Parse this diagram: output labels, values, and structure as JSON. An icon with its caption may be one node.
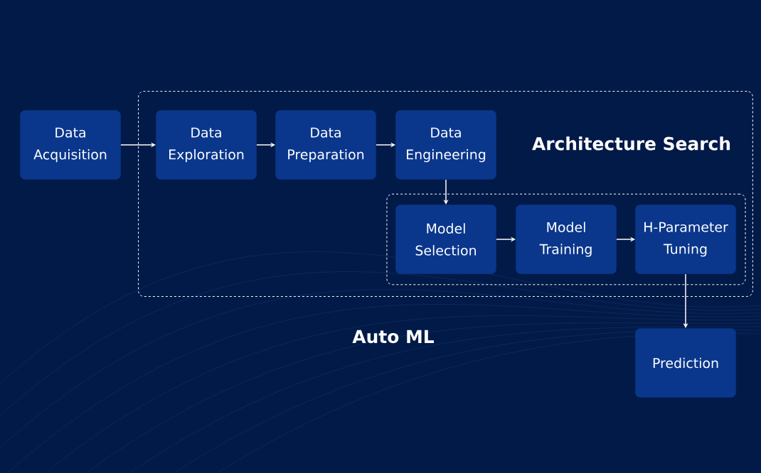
{
  "diagram": {
    "nodes": [
      {
        "text": [
          "Data Acquisition"
        ]
      },
      {
        "text": [
          "Auto ML"
        ]
      },
      {
        "text": [
          "Data Exploration"
        ],
        "in": 1
      },
      {
        "text": [
          "Data Preparation"
        ],
        "in": 1
      },
      {
        "text": [
          "Data Engineering"
        ],
        "in": 1
      },
      {
        "text": [
          "Architecture Search"
        ],
        "in": 1
      },
      {
        "text": [
          "Model Selection"
        ],
        "in": 5
      },
      {
        "text": [
          "Model Training"
        ],
        "in": 5
      },
      {
        "text": [
          "H-Parameter Tuning"
        ],
        "in": 5
      },
      {
        "text": [
          "Prediction"
        ]
      }
    ],
    "edges": [
      {
        "from": 0,
        "to": 2,
        "arrow": "to"
      },
      {
        "from": 2,
        "to": 3,
        "arrow": "to"
      },
      {
        "from": 3,
        "to": 4,
        "arrow": "to"
      },
      {
        "from": 4,
        "to": 6,
        "arrow": "to"
      },
      {
        "from": 6,
        "to": 7,
        "arrow": "to"
      },
      {
        "from": 7,
        "to": 8,
        "arrow": "to"
      },
      {
        "from": 8,
        "to": 9,
        "arrow": "to"
      }
    ]
  }
}
